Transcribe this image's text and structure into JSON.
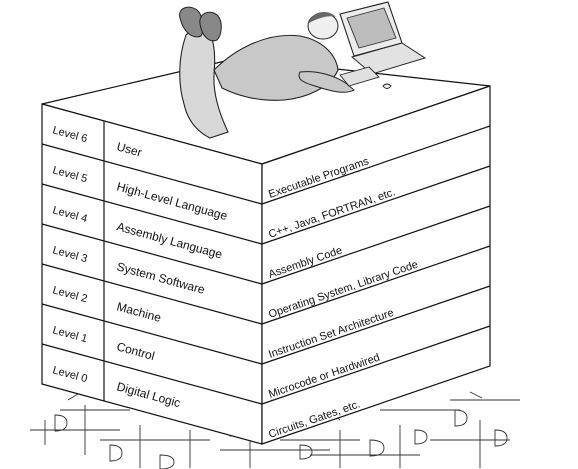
{
  "diagram": {
    "levels": [
      {
        "level": "Level 6",
        "name": "User",
        "description": "Executable Programs"
      },
      {
        "level": "Level 5",
        "name": "High-Level Language",
        "description": "C++, Java, FORTRAN, etc."
      },
      {
        "level": "Level 4",
        "name": "Assembly Language",
        "description": "Assembly Code"
      },
      {
        "level": "Level 3",
        "name": "System Software",
        "description": "Operating System, Library Code"
      },
      {
        "level": "Level 2",
        "name": "Machine",
        "description": "Instruction Set Architecture"
      },
      {
        "level": "Level 1",
        "name": "Control",
        "description": "Microcode or Hardwired"
      },
      {
        "level": "Level 0",
        "name": "Digital Logic",
        "description": "Circuits, Gates, etc."
      }
    ]
  }
}
